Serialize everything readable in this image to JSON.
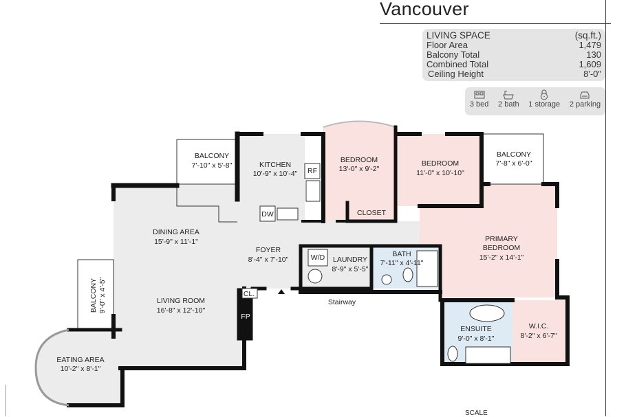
{
  "header": {
    "city": "Vancouver"
  },
  "living_space": {
    "heading": "LIVING SPACE",
    "unit": "(sq.ft.)",
    "rows": [
      {
        "label": "Floor Area",
        "value": "1,479"
      },
      {
        "label": "Balcony Total",
        "value": "130"
      },
      {
        "label": "Combined Total",
        "value": "1,609"
      },
      {
        "label": "Ceiling Height",
        "value": "8'-0\""
      }
    ]
  },
  "features": [
    {
      "icon": "bed-icon",
      "label": "3 bed"
    },
    {
      "icon": "bathtub-icon",
      "label": "2 bath"
    },
    {
      "icon": "lock-icon",
      "label": "1 storage"
    },
    {
      "icon": "car-icon",
      "label": "2 parking"
    }
  ],
  "rooms": {
    "balcony_kitchen": {
      "name": "BALCONY",
      "dims": "7'-10\" x 5'-8\""
    },
    "kitchen": {
      "name": "KITCHEN",
      "dims": "10'-9\" x 10'-4\""
    },
    "bedroom_1": {
      "name": "BEDROOM",
      "dims": "13'-0\" x 9'-2\""
    },
    "bedroom_2": {
      "name": "BEDROOM",
      "dims": "11'-0\" x 10'-10\""
    },
    "balcony_primary": {
      "name": "BALCONY",
      "dims": "7'-8\" x 6'-0\""
    },
    "dining": {
      "name": "DINING AREA",
      "dims": "15'-9\" x 11'-1\""
    },
    "foyer": {
      "name": "FOYER",
      "dims": "8'-4\" x 7'-10\""
    },
    "laundry": {
      "name": "LAUNDRY",
      "dims": "8'-9\" x 5'-5\""
    },
    "bath": {
      "name": "BATH",
      "dims": "7'-11\" x 4'-11\""
    },
    "primary": {
      "name1": "PRIMARY",
      "name2": "BEDROOM",
      "dims": "15'-2\" x 14'-1\""
    },
    "living": {
      "name": "LIVING ROOM",
      "dims": "16'-8\" x 12'-10\""
    },
    "balcony_living": {
      "name": "BALCONY",
      "dims": "9'-0\" x 4'-5\""
    },
    "eating": {
      "name": "EATING AREA",
      "dims": "10'-2\" x 8'-1\""
    },
    "ensuite": {
      "name": "ENSUITE",
      "dims": "9'-0\" x 8'-1\""
    },
    "wic": {
      "name": "W.I.C.",
      "dims": "8'-2\" x 6'-7\""
    }
  },
  "fixtures": {
    "closet": "CLOSET",
    "rf": "RF",
    "dw": "DW",
    "wd": "W/D",
    "cl": "CL.",
    "fp": "FP",
    "stairway": "Stairway"
  },
  "scale_label": "SCALE",
  "colors": {
    "wall": "#111111",
    "common": "#ececec",
    "bedroom": "#f9e2df",
    "bath": "#deeaf4"
  }
}
